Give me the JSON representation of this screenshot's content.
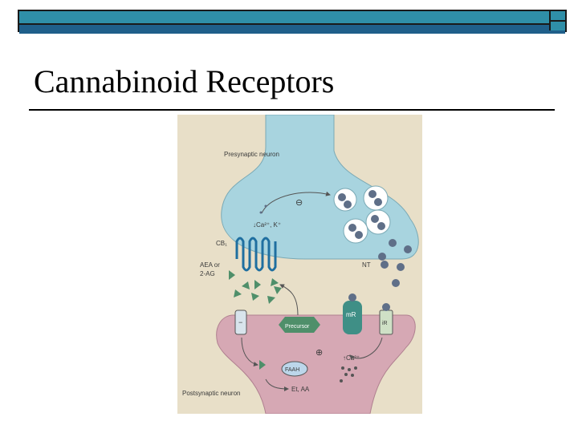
{
  "slide": {
    "title": "Cannabinoid Receptors"
  },
  "figure": {
    "labels": {
      "presynaptic": "Presynaptic neuron",
      "postsynaptic": "Postsynaptic neuron",
      "ion_flux": "↓Ca²⁺, K⁺",
      "cb1": "CB₁",
      "aea": "AEA or",
      "two_ag": "2-AG",
      "nt": "NT",
      "precursor": "Precursor",
      "mr": "mR",
      "ir": "iR",
      "faah": "FAAH",
      "ca_in": "↑Ca²⁺",
      "products": "Et, AA",
      "minus": "−",
      "inhibit": "⊖",
      "stimulate": "⊕"
    },
    "colors": {
      "background": "#e8dfc8",
      "presynaptic_fill": "#a8d4df",
      "postsynaptic_fill": "#d6a8b4",
      "cb1_receptor": "#1f6fa0",
      "ligand": "#4f8f6a",
      "vesicle_dot": "#5f6f88",
      "precursor": "#4f8f6a",
      "mr_receptor": "#3f8f86",
      "ir_receptor": "#cfe0c6",
      "faah_fill": "#bcd6ea"
    }
  }
}
